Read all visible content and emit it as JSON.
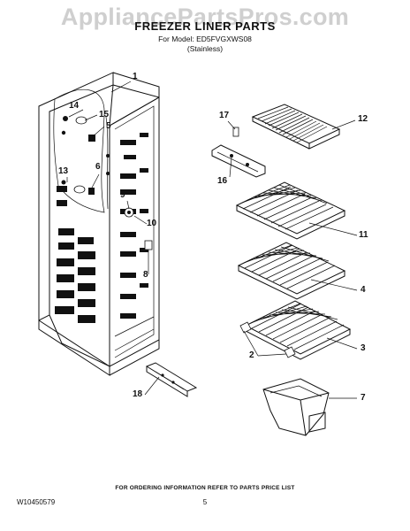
{
  "header": {
    "watermark": "AppliancePartsPros.com",
    "title": "FREEZER LINER PARTS",
    "model_line": "For Model: ED5FVGXWS08",
    "variant_line": "(Stainless)"
  },
  "callouts": [
    "1",
    "14",
    "15",
    "5",
    "13",
    "6",
    "9",
    "10",
    "8",
    "17",
    "12",
    "16",
    "11",
    "4",
    "3",
    "2",
    "18",
    "7"
  ],
  "footer": {
    "ordering_note": "FOR ORDERING INFORMATION REFER TO PARTS PRICE LIST",
    "doc_id": "W10450579",
    "page": "5"
  }
}
